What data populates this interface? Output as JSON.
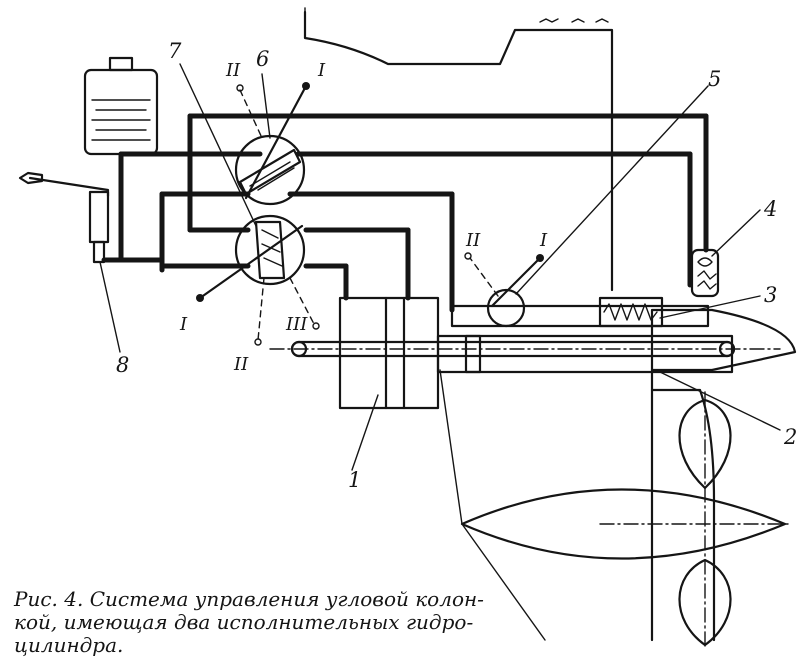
{
  "caption": {
    "line1": "Рис. 4. Система управления угловой колон-",
    "line2": "кой, имеющая два исполнительных гидро-",
    "line3": "цилиндра."
  },
  "labels": {
    "n1": "1",
    "n2": "2",
    "n3": "3",
    "n4": "4",
    "n5": "5",
    "n6": "6",
    "n7": "7",
    "n8": "8"
  },
  "positions": {
    "I": "I",
    "II": "II",
    "III": "III"
  }
}
